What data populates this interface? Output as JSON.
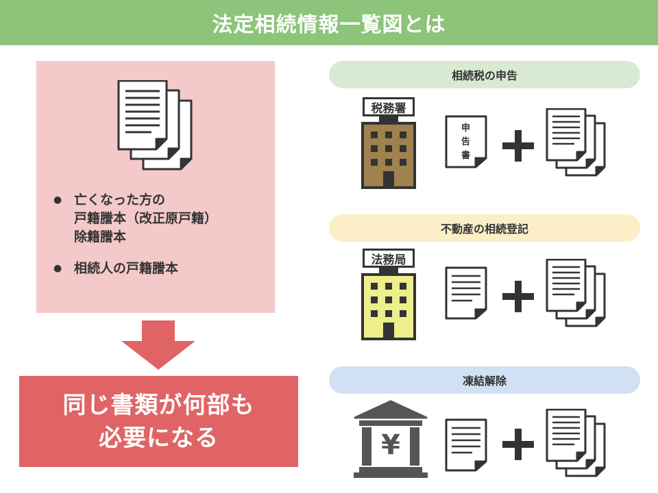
{
  "header": {
    "title": "法定相続情報一覧図とは"
  },
  "left_panel": {
    "bullets": [
      {
        "lines": [
          "亡くなった方の",
          "戸籍謄本（改正原戸籍）",
          "除籍謄本"
        ]
      },
      {
        "lines": [
          "相続人の戸籍謄本"
        ]
      }
    ],
    "bullet_mark": "●"
  },
  "result": {
    "lines": [
      "同じ書類が何部も",
      "必要になる"
    ]
  },
  "sections": [
    {
      "title": "相続税の申告",
      "office_label": "税務署",
      "form_chars": [
        "申",
        "告",
        "書"
      ]
    },
    {
      "title": "不動産の相続登記",
      "office_label": "法務局"
    },
    {
      "title": "凍結解除",
      "bank_symbol": "¥"
    }
  ],
  "plus_symbol": "+",
  "colors": {
    "header": "#8cc47a",
    "left_panel": "#f4c9ca",
    "arrow": "#e06465",
    "result": "#e06465",
    "pill_tax": "#d9ead3",
    "pill_property": "#fcefc7",
    "pill_bank": "#cfe1f2",
    "building_tax": "#a0814f",
    "building_legal": "#eeee8c",
    "bank": "#555555"
  }
}
